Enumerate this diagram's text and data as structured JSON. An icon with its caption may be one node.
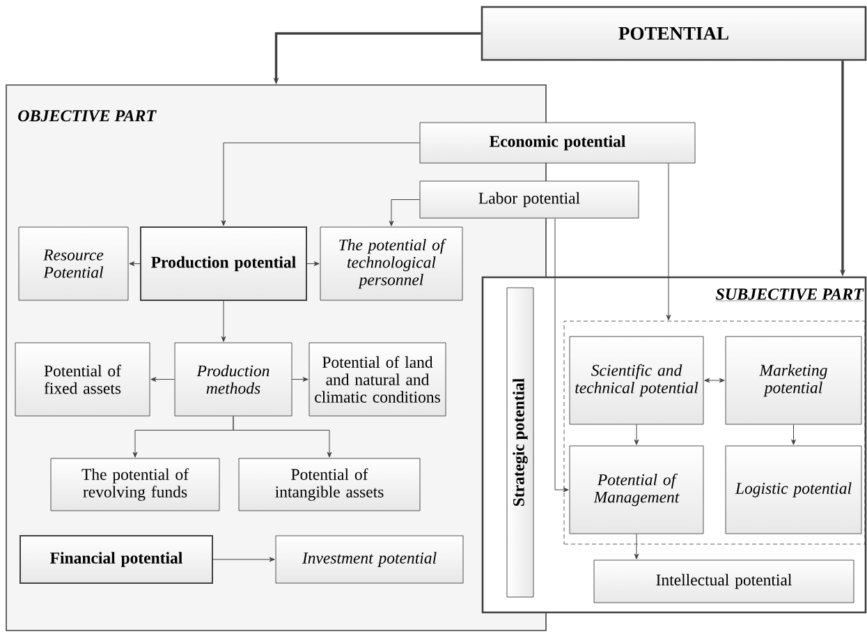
{
  "diagram": {
    "nodes": [
      {
        "text": [
          "POTENTIAL"
        ]
      },
      {
        "text": [
          "OBJECTIVE PART"
        ]
      },
      {
        "text": [
          "Economic potential"
        ]
      },
      {
        "text": [
          "Labor potential"
        ]
      },
      {
        "text": [
          "Resource Potential"
        ],
        "in": 1
      },
      {
        "text": [
          "Production potential"
        ],
        "in": 1
      },
      {
        "text": [
          "The potential of technological personnel"
        ],
        "in": 1
      },
      {
        "text": [
          "Production methods"
        ],
        "in": 1
      },
      {
        "text": [
          "Potential of fixed assets"
        ],
        "in": 1
      },
      {
        "text": [
          "Potential of land and natural and climatic conditions"
        ],
        "in": 1
      },
      {
        "text": [
          "The potential of revolving funds"
        ],
        "in": 1
      },
      {
        "text": [
          "Potential of intangible assets"
        ],
        "in": 1
      },
      {
        "text": [
          "Financial potential"
        ],
        "in": 1
      },
      {
        "text": [
          "Investment potential"
        ],
        "in": 1
      },
      {
        "text": [
          "SUBJECTIVE PART"
        ]
      },
      {
        "text": [
          "Strategic potential"
        ]
      },
      {
        "text": [],
        "shape": "box",
        "in": 14
      },
      {
        "text": [
          "Scientific and technical potential"
        ],
        "in": 16
      },
      {
        "text": [
          "Marketing potential"
        ],
        "in": 16
      },
      {
        "text": [
          "Potential of Management"
        ],
        "in": 16
      },
      {
        "text": [
          "Logistic potential"
        ],
        "in": 16
      },
      {
        "text": [
          "Intellectual potential"
        ],
        "in": 14
      }
    ],
    "edges": [
      {
        "from": 0,
        "to": 1,
        "arrow": "to",
        "style": "thick"
      },
      {
        "from": 0,
        "to": 14,
        "arrow": "to",
        "style": "thick"
      },
      {
        "from": 2,
        "to": 5,
        "arrow": "to"
      },
      {
        "from": 3,
        "to": 6,
        "arrow": "to"
      },
      {
        "from": 2,
        "to": 16,
        "arrow": "to"
      },
      {
        "from": 3,
        "to": 19,
        "arrow": "to"
      },
      {
        "from": 5,
        "to": 4,
        "arrow": "to"
      },
      {
        "from": 5,
        "to": 6,
        "arrow": "to"
      },
      {
        "from": 5,
        "to": 7,
        "arrow": "to"
      },
      {
        "from": 7,
        "to": 8,
        "arrow": "to"
      },
      {
        "from": 7,
        "to": 9,
        "arrow": "to"
      },
      {
        "from": 7,
        "to": 10,
        "arrow": "to"
      },
      {
        "from": 7,
        "to": 11,
        "arrow": "to"
      },
      {
        "from": 12,
        "to": 13,
        "arrow": "to"
      },
      {
        "from": 17,
        "to": 18,
        "arrow": "both"
      },
      {
        "from": 17,
        "to": 19,
        "arrow": "to"
      },
      {
        "from": 18,
        "to": 20,
        "arrow": "to"
      },
      {
        "from": 19,
        "to": 21,
        "arrow": "to"
      }
    ]
  }
}
